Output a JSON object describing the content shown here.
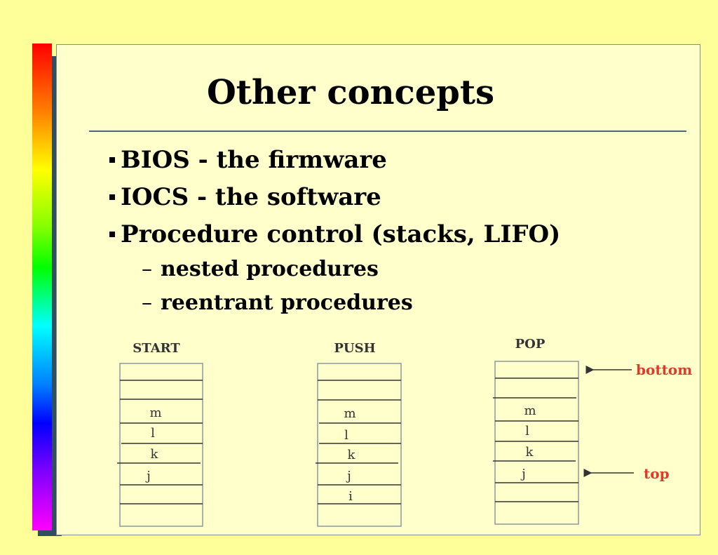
{
  "slide": {
    "title": "Other concepts",
    "bullets": [
      "BIOS - the firmware",
      "IOCS - the software",
      "Procedure control (stacks, LIFO)"
    ],
    "sub_bullets": [
      "nested procedures",
      "reentrant procedures"
    ]
  },
  "diagram": {
    "stacks": [
      {
        "label": "START",
        "items": [
          "m",
          "l",
          "k",
          "j"
        ]
      },
      {
        "label": "PUSH",
        "items": [
          "m",
          "l",
          "k",
          "j",
          "i"
        ]
      },
      {
        "label": "POP",
        "items": [
          "m",
          "l",
          "k",
          "j"
        ]
      }
    ],
    "pointers": {
      "bottom": "bottom",
      "top": "top"
    },
    "colors": {
      "pointer_text": "#e03a2a",
      "accent_rule": "#4a6a7a",
      "background": "#ffff99",
      "panel": "#ffffcc"
    }
  }
}
